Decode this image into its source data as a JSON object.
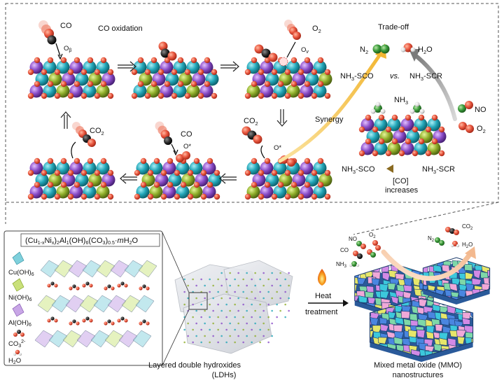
{
  "top_panel": {
    "co_oxidation_title": "CO oxidation",
    "co_label_1": "CO",
    "o_beta": "Oβ",
    "o2_label": "O2",
    "ov_label": "Ov",
    "co2_label_left": "CO2",
    "co_label_bottom_mid": "CO",
    "ostar_mid": "O*",
    "co2_label_bottom_right": "CO2",
    "ostar_right": "O*",
    "synergy": "Synergy",
    "nh3": "NH3",
    "no": "NO",
    "o2_right": "O2",
    "trade_off": {
      "title": "Trade-off",
      "n2": "N2",
      "h2o": "H2O",
      "nh3_sco": "NH3-SCO",
      "vs": "vs.",
      "nh3_scr": "NH3-SCR"
    },
    "bottom_arrow": {
      "left": "NH3-SCO",
      "right": "NH3-SCR",
      "caption_1": "[CO]",
      "caption_2": "increases"
    }
  },
  "bottom_panel": {
    "formula": "(Cu1-xNix)2Al1(OH)6(CO3)0.5·mH2O",
    "legend": [
      "Cu(OH)6",
      "Ni(OH)6",
      "Al(OH)6",
      "CO32-",
      "H2O"
    ],
    "ldh_caption_1": "Layered double hydroxides",
    "ldh_caption_2": "(LDHs)",
    "heat_1": "Heat",
    "heat_2": "treatment",
    "mmo_caption_1": "Mixed metal oxide (MMO)",
    "mmo_caption_2": "nanostructures",
    "gas_labels": {
      "no": "NO",
      "o2": "O2",
      "co": "CO",
      "nh3": "NH3",
      "co2": "CO2",
      "n2": "N2",
      "h2o": "H2O"
    }
  },
  "colors": {
    "oxygen": "#e9573f",
    "carbon": "#2b2b2b",
    "nitrogen": "#3a9a3a",
    "cu_teal": "#22a6b8",
    "ni_green": "#8fae2a",
    "al_purple": "#8a4cc8",
    "synergy_arrow": "#f5c04a",
    "scr_arrow": "#8c8c8c",
    "increase_arrow": "#9a7a2a",
    "heat_flame": "#f07a20",
    "mmo_arrow": "#f4c4a0"
  }
}
